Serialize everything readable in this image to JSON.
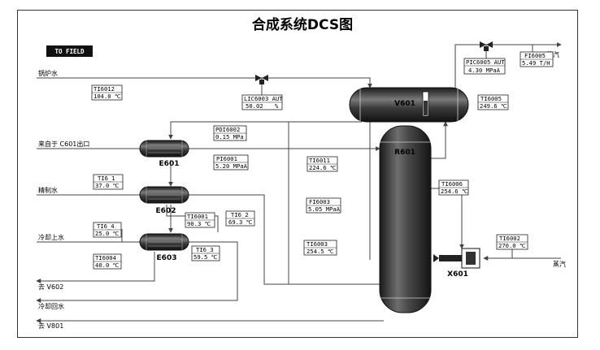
{
  "title": "合成系统DCS图",
  "to_field_button": "TO FIELD",
  "streams": {
    "boiler_water": "锅炉水",
    "from_c601": "来自于 C601出口",
    "refined_water": "精制水",
    "cooling_water_in": "冷却上水",
    "to_v602": "去 V602",
    "cooling_water_return": "冷却回水",
    "to_v801": "去 V801",
    "steam_top": "蒸汽",
    "steam_right": "蒸汽"
  },
  "equipment": {
    "e601": "E601",
    "e602": "E602",
    "e603": "E603",
    "v601": "V601",
    "r601": "R601",
    "x601": "X601"
  },
  "instruments": {
    "ti6012": {
      "tag": "TI6012",
      "value": "104.0 ℃"
    },
    "lic6003": {
      "tag": "LIC6003 AUT",
      "value": "50.02",
      "unit": "%"
    },
    "pdi6002": {
      "tag": "PDI6002",
      "value": "0.15 MPa"
    },
    "pi6001": {
      "tag": "PI6001",
      "value": "5.20 MPaA"
    },
    "ti6011": {
      "tag": "TI6011",
      "value": "224.6 ℃"
    },
    "fi6003": {
      "tag": "FI6003",
      "value": "5.05 MPaA"
    },
    "ti6003": {
      "tag": "TI6003",
      "value": "254.5 ℃"
    },
    "ti61": {
      "tag": "TI6_1",
      "value": "37.0 ℃"
    },
    "ti6001": {
      "tag": "TI6001",
      "value": "90.3 ℃"
    },
    "ti62": {
      "tag": "TI6_2",
      "value": "69.3 ℃"
    },
    "ti64": {
      "tag": "TI6_4",
      "value": "25.0 ℃"
    },
    "ti6004": {
      "tag": "TI6004",
      "value": "40.0 ℃"
    },
    "ti63": {
      "tag": "TI6_3",
      "value": "59.5 ℃"
    },
    "pic6005": {
      "tag": "PIC6005 AUT",
      "value": "4.30 MPaA"
    },
    "fi6005": {
      "tag": "FI6005",
      "value": "5.49 T/H"
    },
    "ti6005": {
      "tag": "TI6005",
      "value": "249.6 ℃"
    },
    "ti6006": {
      "tag": "TI6006",
      "value": "254.6 ℃"
    },
    "ti6002": {
      "tag": "TI6002",
      "value": "270.0 ℃"
    }
  },
  "colors": {
    "vessel_dark": "#1e1e1e",
    "vessel_mid": "#5a5a5a",
    "vessel_light": "#9a9a9a",
    "button_bg": "#111111",
    "line": "#444444"
  }
}
